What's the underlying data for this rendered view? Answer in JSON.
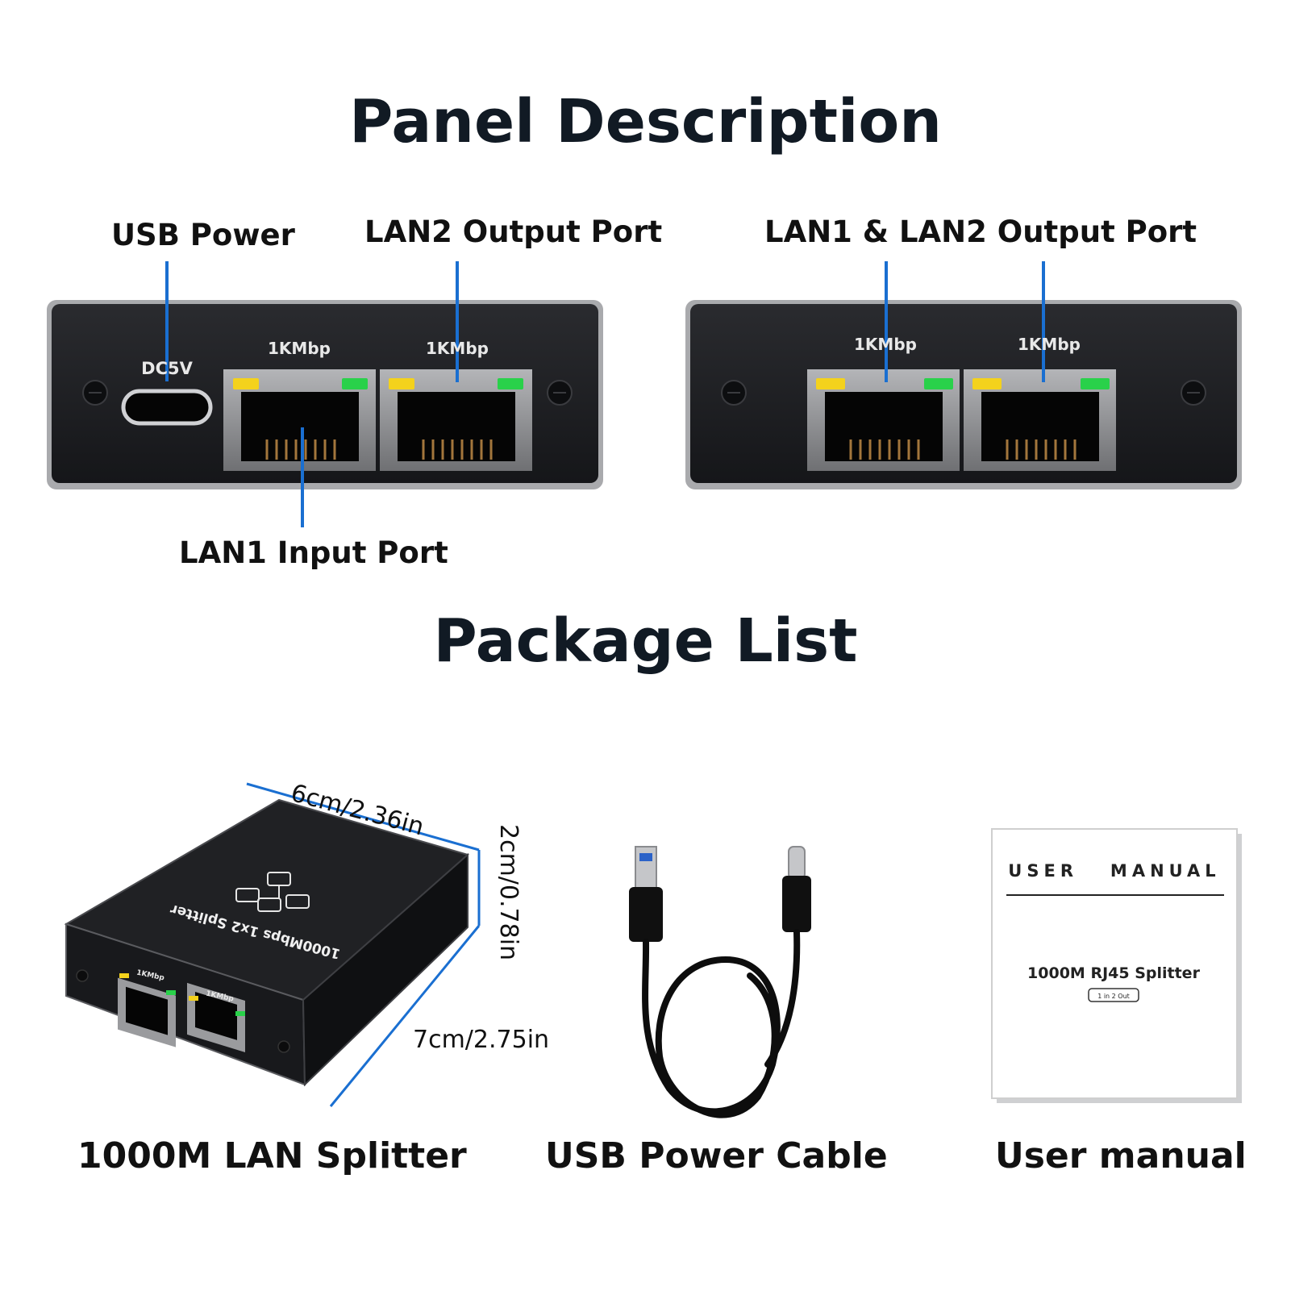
{
  "titles": {
    "panel": "Panel Description",
    "package": "Package List"
  },
  "panel_left": {
    "callouts": {
      "usb_power": "USB Power",
      "lan2_output": "LAN2 Output Port",
      "lan1_input": "LAN1 Input Port"
    },
    "dc_label": "DC5V",
    "port_labels": [
      "1KMbp",
      "1KMbp"
    ]
  },
  "panel_right": {
    "callouts": {
      "lan1_lan2_output": "LAN1 & LAN2 Output Port"
    },
    "port_labels": [
      "1KMbp",
      "1KMbp"
    ]
  },
  "package": {
    "splitter": {
      "caption": "1000M LAN Splitter",
      "dim_width": "6cm/2.36in",
      "dim_height": "2cm/0.78in",
      "dim_depth": "7cm/2.75in",
      "top_text": "1000Mbps 1x2 Splitter",
      "port_labels": [
        "1KMbp",
        "1KMbp"
      ]
    },
    "cable": {
      "caption": "USB Power Cable"
    },
    "manual": {
      "caption": "User manual",
      "header": "USER   MANUAL",
      "product": "1000M RJ45 Splitter",
      "badge": "1 in 2 Out"
    }
  },
  "colors": {
    "callout_line": "#1a6fd1",
    "device_body": "#1c1d20",
    "led_yellow": "#f4d21c",
    "led_green": "#29d14a",
    "port_frame": "#8e8f92"
  }
}
